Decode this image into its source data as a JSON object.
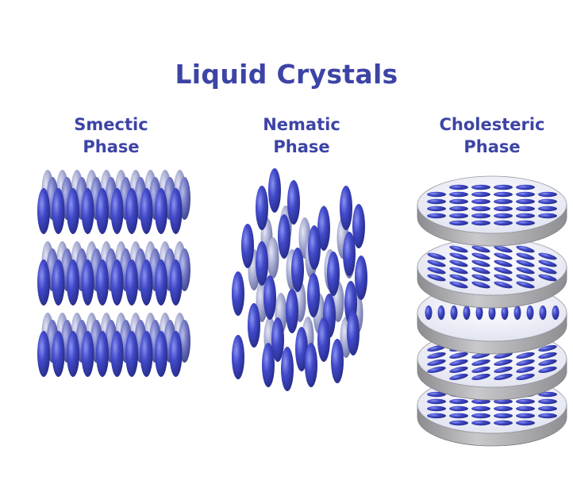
{
  "title": "Liquid Crystals",
  "phases": [
    {
      "line1": "Smectic",
      "line2": "Phase"
    },
    {
      "line1": "Nematic",
      "line2": "Phase"
    },
    {
      "line1": "Cholesteric",
      "line2": "Phase"
    }
  ],
  "colors": {
    "title": "#3d44a6",
    "molecule_front": "#3b44c4",
    "molecule_back": "#9aa0cc",
    "disc_top": "#eeeff8",
    "disc_side": "#a9a9ad"
  }
}
